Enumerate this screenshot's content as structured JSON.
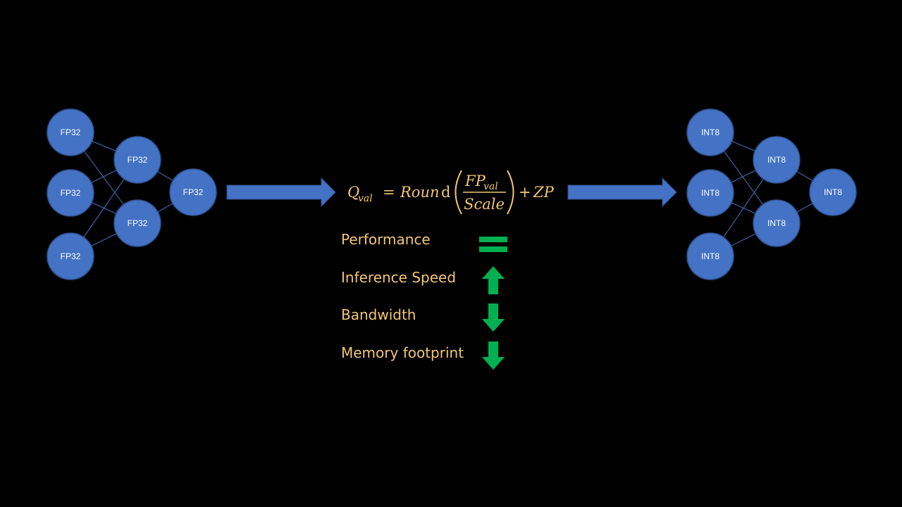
{
  "left_network": {
    "layer1": [
      "FP32",
      "FP32",
      "FP32"
    ],
    "layer2": [
      "FP32",
      "FP32"
    ],
    "output": [
      "FP32"
    ]
  },
  "right_network": {
    "layer1": [
      "INT8",
      "INT8",
      "INT8"
    ],
    "layer2": [
      "INT8",
      "INT8"
    ],
    "output": [
      "INT8"
    ]
  },
  "formula": {
    "lhs_symbol": "Q",
    "lhs_sub": "val",
    "equals": "=",
    "func_italic": "Roun",
    "func_upright": "d",
    "num_symbol": "FP",
    "num_sub": "val",
    "denominator": "Scale",
    "plus": "+",
    "offset": "ZP"
  },
  "metrics": [
    {
      "label": "Performance",
      "icon": "equals-icon"
    },
    {
      "label": "Inference Speed",
      "icon": "arrow-up-icon"
    },
    {
      "label": "Bandwidth",
      "icon": "arrow-down-icon"
    },
    {
      "label": "Memory footprint",
      "icon": "arrow-down-icon"
    }
  ],
  "colors": {
    "node": "#4472c4",
    "arrow": "#4472c4",
    "text_accent": "#f2c675",
    "indicator": "#00b050",
    "background": "#000000"
  }
}
